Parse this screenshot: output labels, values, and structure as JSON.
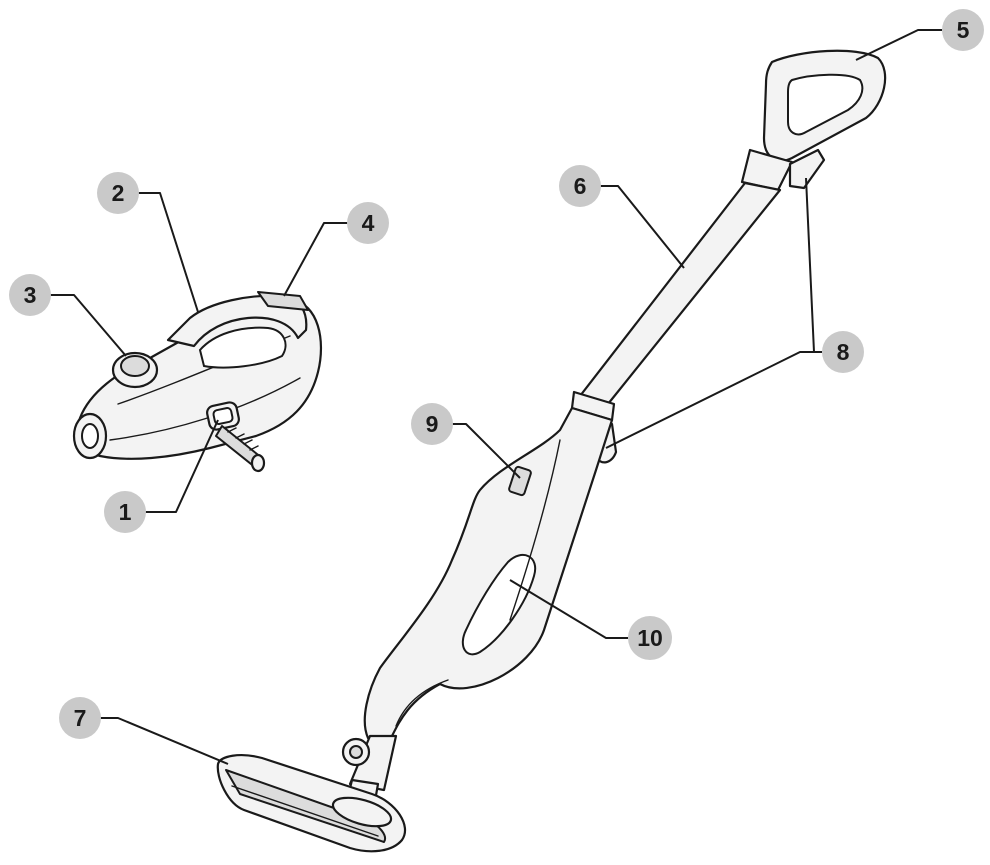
{
  "callouts": [
    {
      "id": "1",
      "label": "1"
    },
    {
      "id": "2",
      "label": "2"
    },
    {
      "id": "3",
      "label": "3"
    },
    {
      "id": "4",
      "label": "4"
    },
    {
      "id": "5",
      "label": "5"
    },
    {
      "id": "6",
      "label": "6"
    },
    {
      "id": "7",
      "label": "7"
    },
    {
      "id": "8",
      "label": "8"
    },
    {
      "id": "9",
      "label": "9"
    },
    {
      "id": "10",
      "label": "10"
    }
  ],
  "colors": {
    "callout_fill": "#c9c9c9",
    "line": "#1a1a1a",
    "part_fill": "#f3f3f3"
  }
}
